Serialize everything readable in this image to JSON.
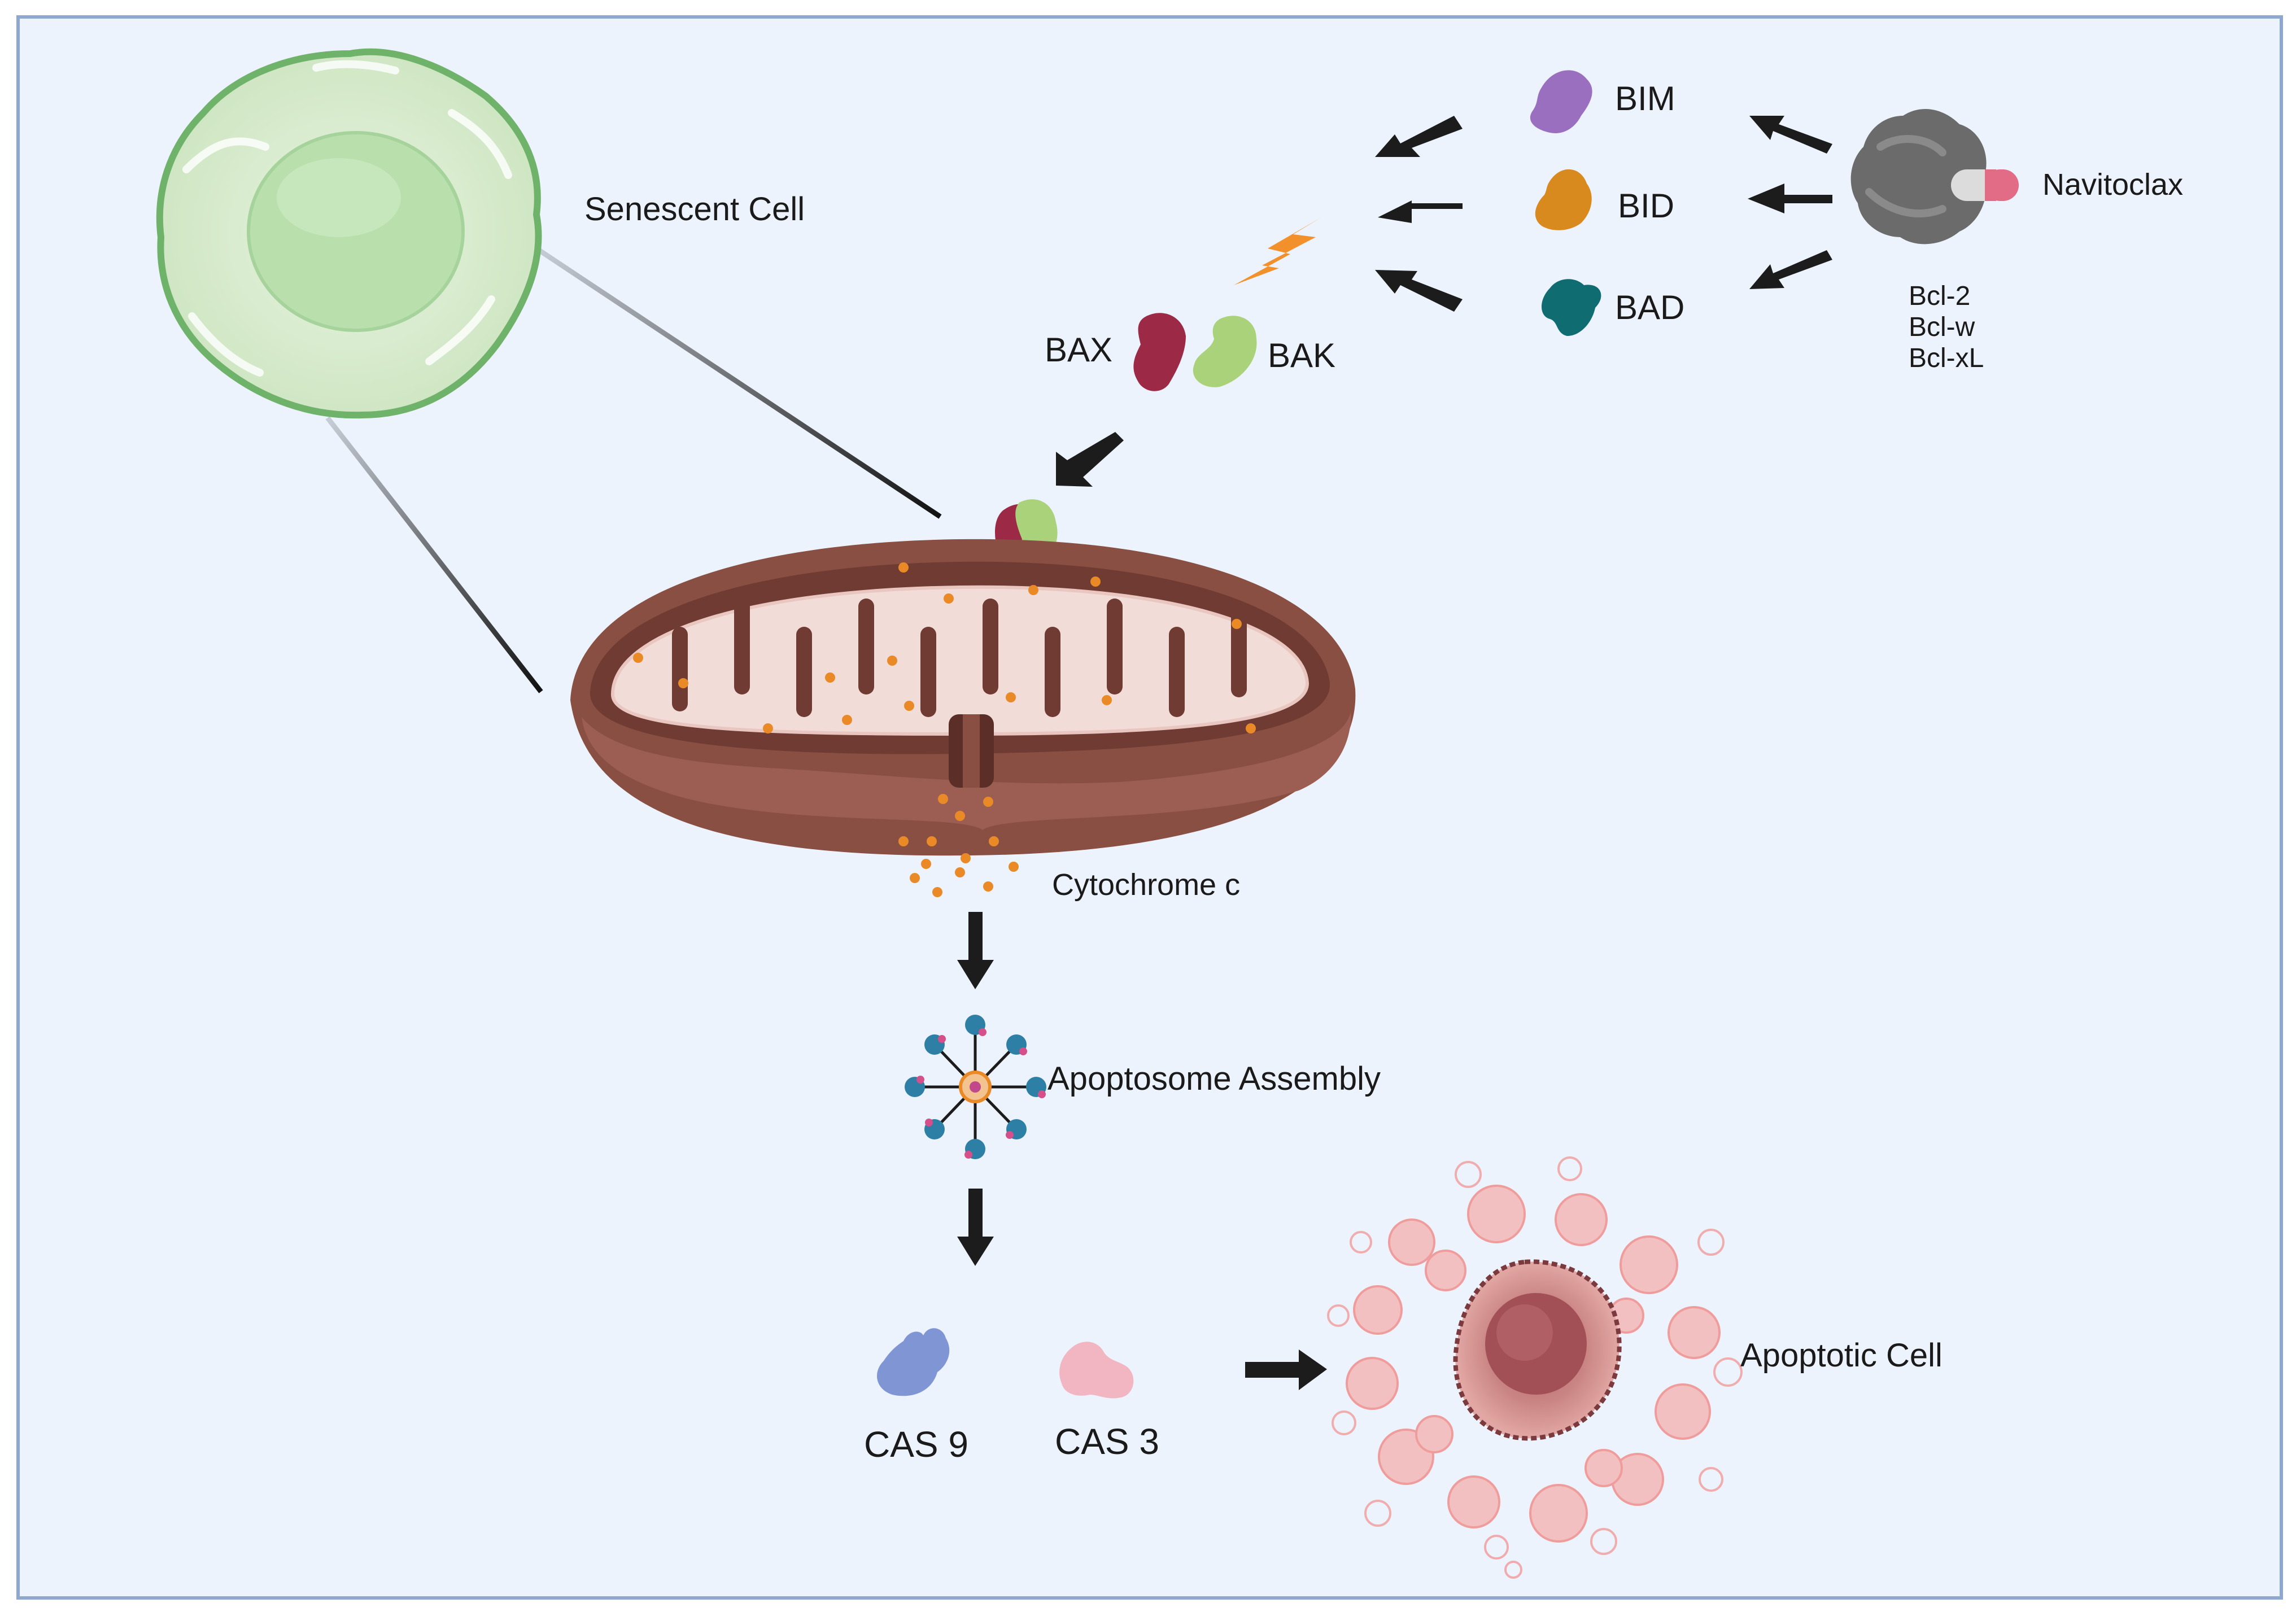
{
  "labels": {
    "senescent_cell": "Senescent Cell",
    "bim": "BIM",
    "bid": "BID",
    "bad": "BAD",
    "navitoclax": "Navitoclax",
    "bcl_2": "Bcl-2",
    "bcl_w": "Bcl-w",
    "bcl_xl": "Bcl-xL",
    "bax": "BAX",
    "bak": "BAK",
    "cytochrome_c": "Cytochrome c",
    "apoptosome_assembly": "Apoptosome Assembly",
    "cas9": "CAS 9",
    "cas3": "CAS 3",
    "apoptotic_cell": "Apoptotic Cell"
  },
  "colors": {
    "background": "#edf3fc",
    "frame": "#8fa8cf",
    "arrow": "#1c1c1c",
    "senescent_cell": "#cfe8c4",
    "bim": "#9b6fc0",
    "bid": "#d98a1f",
    "bad": "#0f6d72",
    "bcl_protein": "#6b6b6b",
    "navitoclax_pill": "#e26b86",
    "bax": "#9c2a47",
    "bak": "#a9d27a",
    "mitochondrion_outer": "#8a4f43",
    "mitochondrion_inner": "#f2dcd7",
    "cytochrome_c": "#e98a27",
    "apoptosome": "#2d7fa6",
    "cas9": "#7f95d4",
    "cas3": "#f2b6c2",
    "apoptotic_cell": "#f4a6a6"
  }
}
